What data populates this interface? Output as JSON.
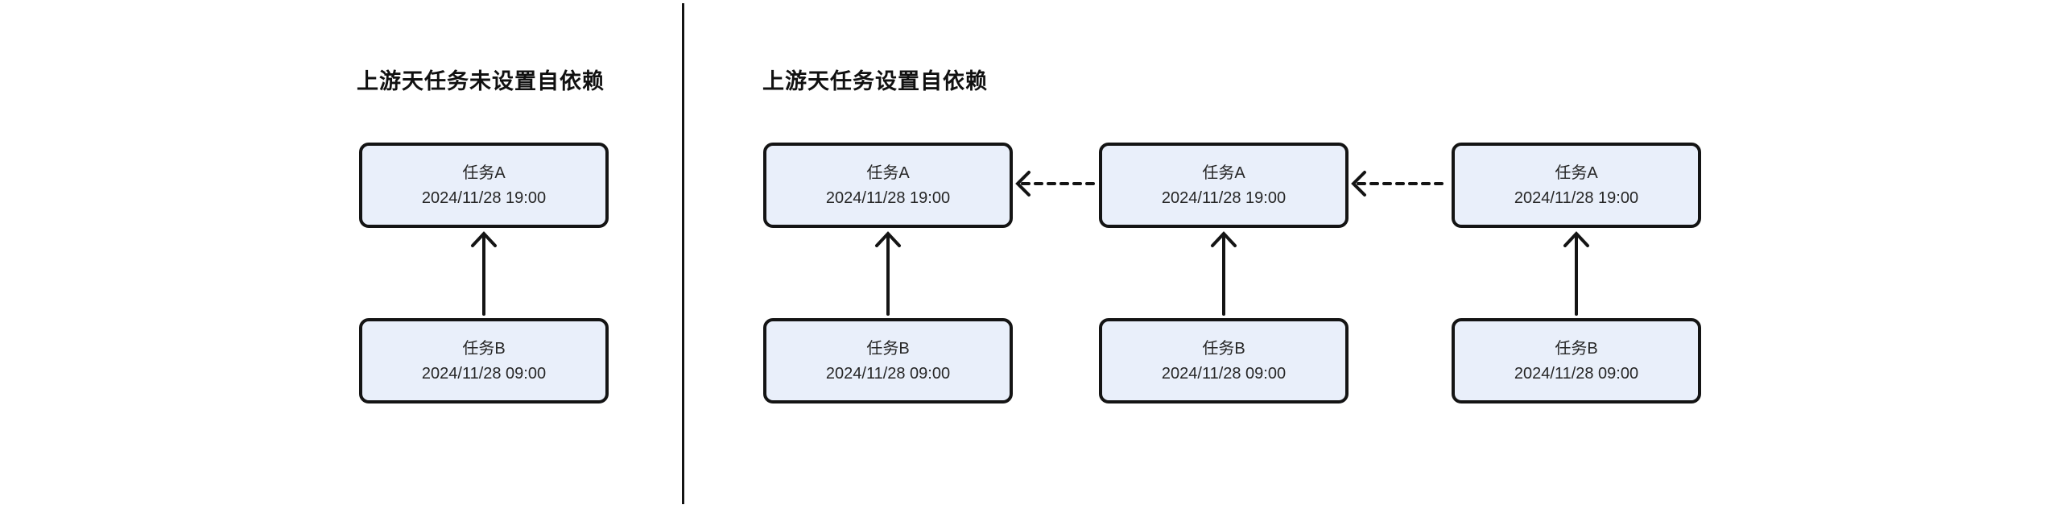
{
  "colors": {
    "background": "#ffffff",
    "node_fill": "#e9effa",
    "node_border": "#141414",
    "arrow": "#141414",
    "text": "#262626",
    "title": "#111111"
  },
  "left_panel": {
    "title": "上游天任务未设置自依赖",
    "columns": [
      {
        "task_a": {
          "name": "任务A",
          "time": "2024/11/28 19:00"
        },
        "task_b": {
          "name": "任务B",
          "time": "2024/11/28 09:00"
        }
      }
    ]
  },
  "right_panel": {
    "title": "上游天任务设置自依赖",
    "columns": [
      {
        "task_a": {
          "name": "任务A",
          "time": "2024/11/28 19:00"
        },
        "task_b": {
          "name": "任务B",
          "time": "2024/11/28 09:00"
        }
      },
      {
        "task_a": {
          "name": "任务A",
          "time": "2024/11/28 19:00"
        },
        "task_b": {
          "name": "任务B",
          "time": "2024/11/28 09:00"
        }
      },
      {
        "task_a": {
          "name": "任务A",
          "time": "2024/11/28 19:00"
        },
        "task_b": {
          "name": "任务B",
          "time": "2024/11/28 09:00"
        }
      }
    ]
  }
}
